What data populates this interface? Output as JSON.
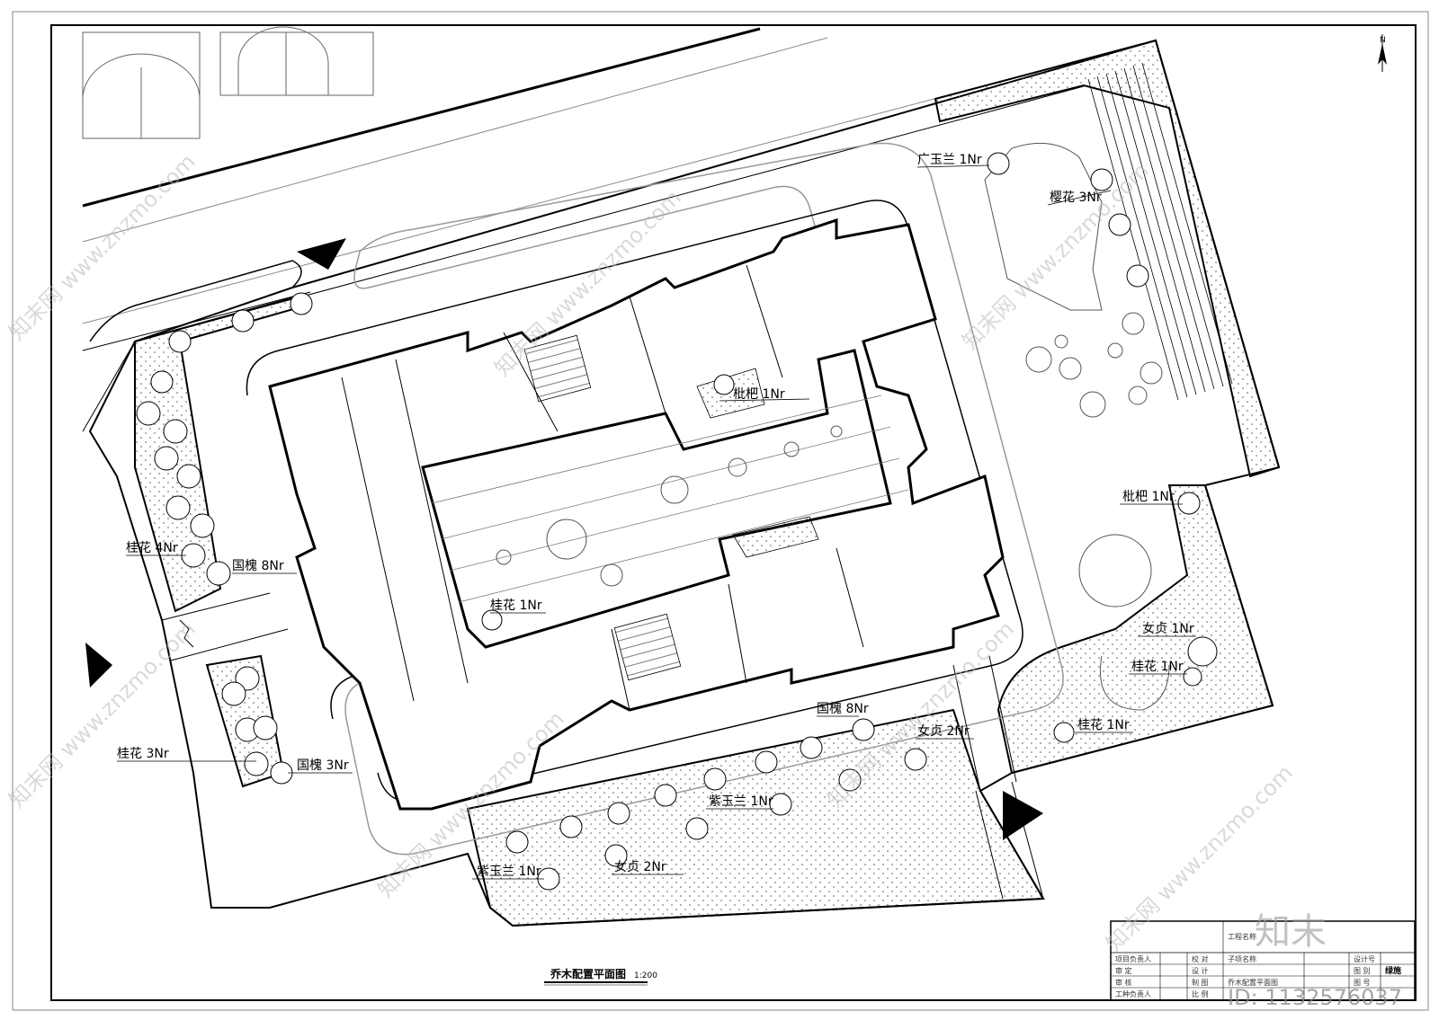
{
  "drawing": {
    "title": "乔木配置平面图",
    "scale": "1:200"
  },
  "tree_labels": [
    {
      "text": "广玉兰 1Nr"
    },
    {
      "text": "樱花 3Nr"
    },
    {
      "text": "枇杷 1Nr"
    },
    {
      "text": "桂花 4Nr"
    },
    {
      "text": "国槐 8Nr"
    },
    {
      "text": "桂花 1Nr"
    },
    {
      "text": "枇杷 1Nr"
    },
    {
      "text": "女贞 1Nr"
    },
    {
      "text": "桂花 1Nr"
    },
    {
      "text": "桂花 1Nr"
    },
    {
      "text": "国槐 8Nr"
    },
    {
      "text": "女贞 2Nr"
    },
    {
      "text": "桂花 3Nr"
    },
    {
      "text": "国槐 3Nr"
    },
    {
      "text": "紫玉兰 1Nr"
    },
    {
      "text": "女贞 2Nr"
    },
    {
      "text": "紫玉兰 1Nr"
    }
  ],
  "title_block": {
    "project_owner": "项目负责人",
    "approve": "审 定",
    "review": "审 核",
    "professional_owner": "工种负责人",
    "check": "校 对",
    "design": "设 计",
    "draw": "制 图",
    "ratio": "比 例",
    "project_name_label": "工程名称",
    "sub_item_label": "子项名称",
    "design_no_label": "设计号",
    "drawing_no_label": "图 别",
    "sheet_no_label": "图 号",
    "category": "绿施",
    "sheet_title": "乔木配置平面图"
  },
  "watermark": {
    "brand": "知末",
    "site": "知末网 www.znzmo.com",
    "id_text": "ID: 1132576037"
  },
  "north_label": "N"
}
